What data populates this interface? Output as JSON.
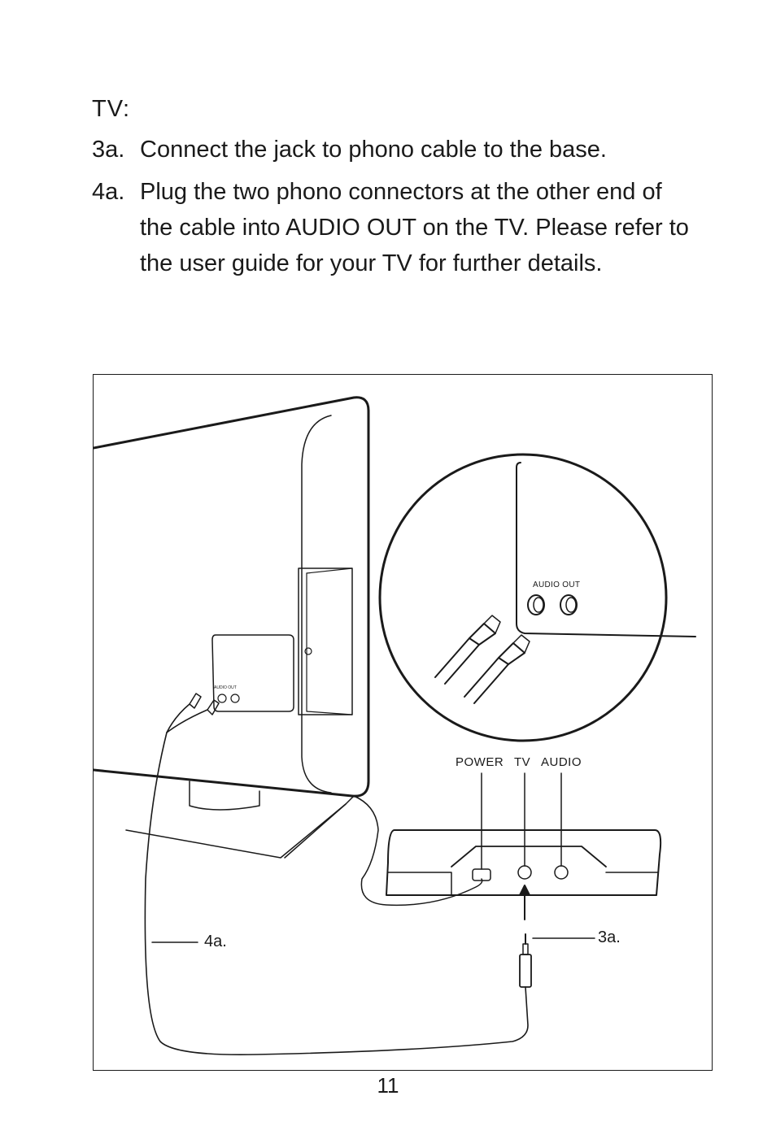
{
  "section": {
    "heading": "TV:"
  },
  "steps": [
    {
      "number": "3a.",
      "text": "Connect the jack to phono cable to the base."
    },
    {
      "number": "4a.",
      "text": "Plug the two phono connectors at the other end of the cable into AUDIO OUT on the TV. Please refer to the user guide for your TV for further details."
    }
  ],
  "figure": {
    "tv_port_label": "AUDIO OUT",
    "zoom_port_label": "AUDIO OUT",
    "base_port_labels": [
      "POWER",
      "TV",
      "AUDIO"
    ],
    "callouts": [
      "4a.",
      "3a."
    ]
  },
  "page_number": "11"
}
